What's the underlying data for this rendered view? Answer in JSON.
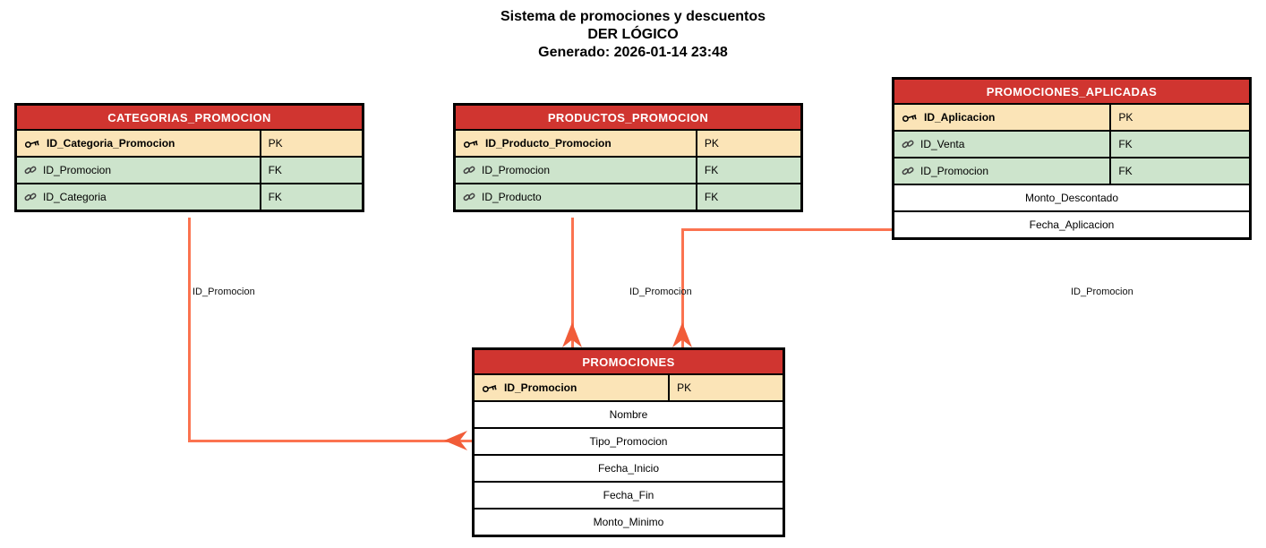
{
  "title": {
    "line1": "Sistema de promociones y descuentos",
    "line2": "DER LÓGICO",
    "line3": "Generado: 2026-01-14 23:48"
  },
  "colors": {
    "table_header_bg": "#D03530",
    "table_header_text": "#FFFFFF",
    "pk_row_bg": "#FBE4B7",
    "fk_row_bg": "#CDE4CC",
    "attr_row_bg": "#FFFFFF",
    "table_border": "#000000",
    "connector_line": "#FB7350",
    "connector_arrow": "#F15C38"
  },
  "icons": {
    "pk": "key-icon",
    "fk": "link-icon"
  },
  "tables": [
    {
      "name": "CATEGORIAS_PROMOCION",
      "columns": [
        {
          "name": "ID_Categoria_Promocion",
          "key": "PK"
        },
        {
          "name": "ID_Promocion",
          "key": "FK"
        },
        {
          "name": "ID_Categoria",
          "key": "FK"
        }
      ]
    },
    {
      "name": "PRODUCTOS_PROMOCION",
      "columns": [
        {
          "name": "ID_Producto_Promocion",
          "key": "PK"
        },
        {
          "name": "ID_Promocion",
          "key": "FK"
        },
        {
          "name": "ID_Producto",
          "key": "FK"
        }
      ]
    },
    {
      "name": "PROMOCIONES_APLICADAS",
      "columns": [
        {
          "name": "ID_Aplicacion",
          "key": "PK"
        },
        {
          "name": "ID_Venta",
          "key": "FK"
        },
        {
          "name": "ID_Promocion",
          "key": "FK"
        },
        {
          "name": "Monto_Descontado",
          "key": ""
        },
        {
          "name": "Fecha_Aplicacion",
          "key": ""
        }
      ]
    },
    {
      "name": "PROMOCIONES",
      "columns": [
        {
          "name": "ID_Promocion",
          "key": "PK"
        },
        {
          "name": "Nombre",
          "key": ""
        },
        {
          "name": "Tipo_Promocion",
          "key": ""
        },
        {
          "name": "Fecha_Inicio",
          "key": ""
        },
        {
          "name": "Fecha_Fin",
          "key": ""
        },
        {
          "name": "Monto_Minimo",
          "key": ""
        }
      ]
    }
  ],
  "relationships": [
    {
      "from": "CATEGORIAS_PROMOCION",
      "to": "PROMOCIONES",
      "label": "ID_Promocion"
    },
    {
      "from": "PRODUCTOS_PROMOCION",
      "to": "PROMOCIONES",
      "label": "ID_Promocion"
    },
    {
      "from": "PROMOCIONES_APLICADAS",
      "to": "PROMOCIONES",
      "label": "ID_Promocion"
    }
  ]
}
